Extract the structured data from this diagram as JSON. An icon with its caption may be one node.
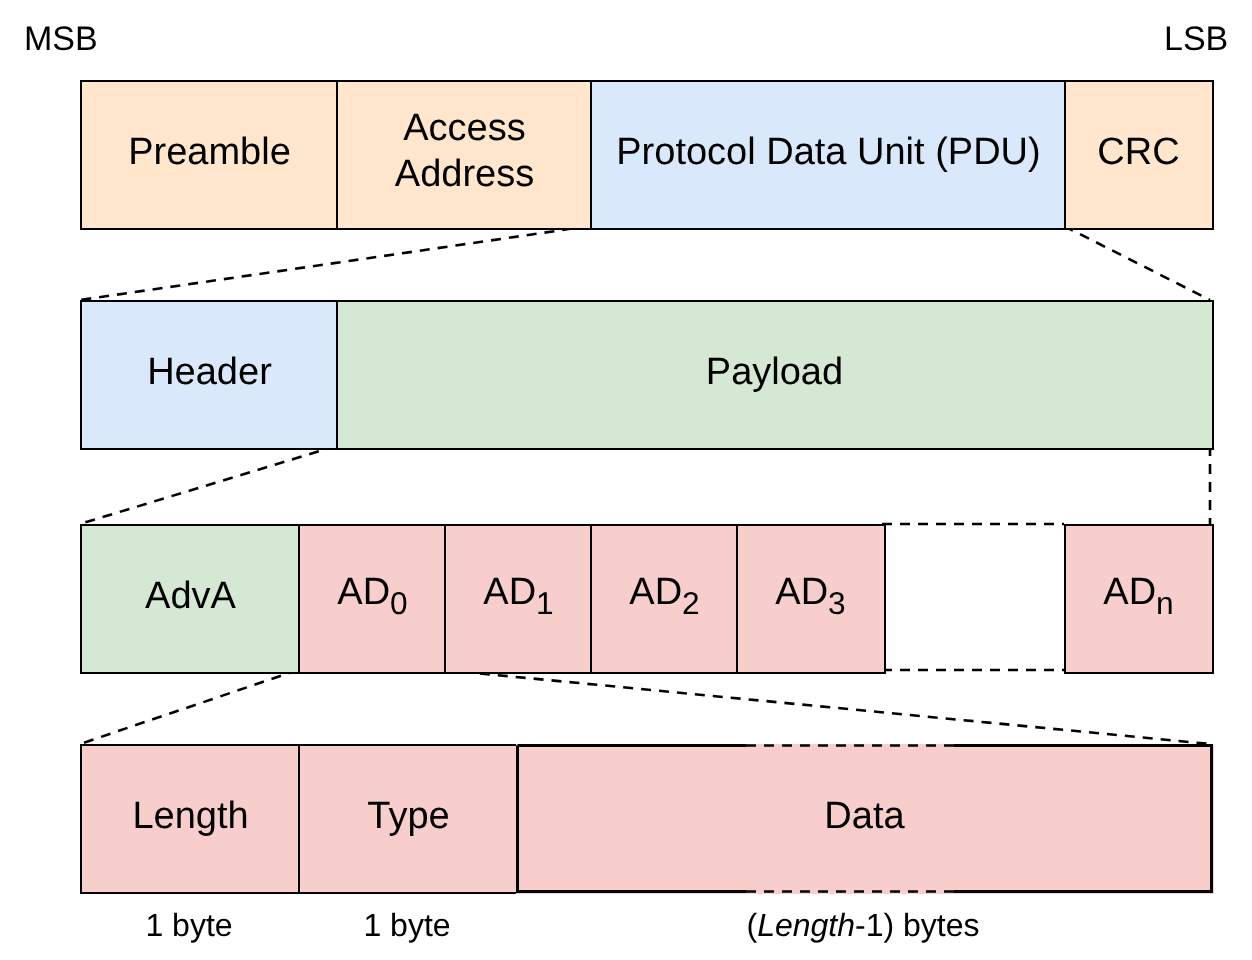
{
  "diagram": {
    "nodes": [
      {
        "text": [
          "Preamble"
        ]
      },
      {
        "text": [
          "Access Address"
        ]
      },
      {
        "text": [
          "Protocol Data Unit (PDU)"
        ]
      },
      {
        "text": [
          "CRC"
        ]
      },
      {
        "text": [
          "Header"
        ]
      },
      {
        "text": [
          "Payload"
        ]
      },
      {
        "text": [
          "AdvA"
        ]
      },
      {
        "text": [
          "AD$_{0}$"
        ]
      },
      {
        "text": [
          "AD$_{1}$"
        ]
      },
      {
        "text": [
          "AD$_{2}$"
        ]
      },
      {
        "text": [
          "AD$_{3}$"
        ]
      },
      {
        "text": [
          "AD$_{n}$"
        ]
      },
      {
        "text": [
          "Length"
        ],
        "beside": [
          "1 byte"
        ]
      },
      {
        "text": [
          "Type"
        ],
        "beside": [
          "1 byte"
        ]
      },
      {
        "text": [
          "Data"
        ],
        "beside": [
          "(*Length*-1) bytes"
        ]
      }
    ],
    "edges": [
      {
        "from": 2,
        "to": 4,
        "arrow": "none",
        "style": "dashed"
      },
      {
        "from": 2,
        "to": 5,
        "arrow": "none",
        "style": "dashed"
      },
      {
        "from": 5,
        "to": 6,
        "arrow": "none",
        "style": "dashed"
      },
      {
        "from": 5,
        "to": 11,
        "arrow": "none",
        "style": "dashed"
      },
      {
        "from": 7,
        "to": 12,
        "arrow": "none",
        "style": "dashed"
      },
      {
        "from": 7,
        "to": 14,
        "arrow": "none",
        "style": "dashed"
      }
    ],
    "labels": [
      "MSB",
      "LSB"
    ]
  }
}
